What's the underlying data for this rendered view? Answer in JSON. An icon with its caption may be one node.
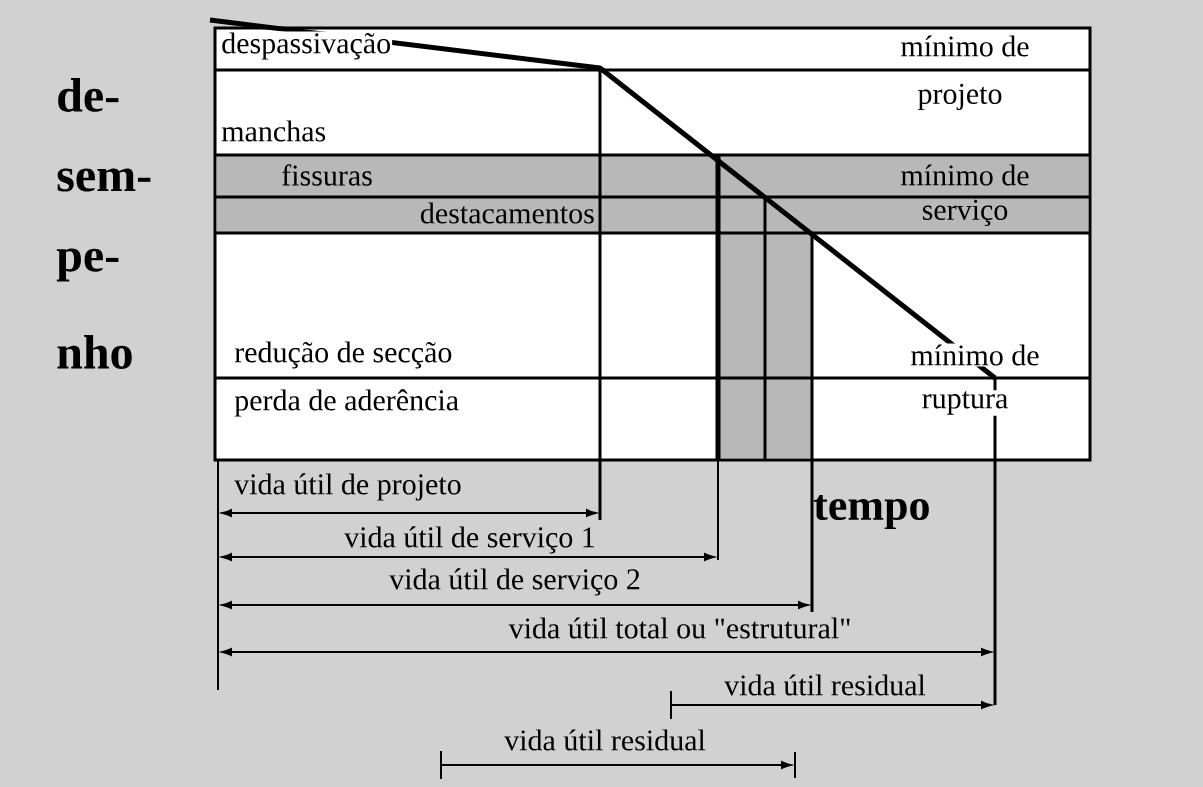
{
  "diagram": {
    "labels": [
      "de-",
      "sem-",
      "pe-",
      "nho",
      "despassivação",
      "mínimo de",
      "projeto",
      "manchas",
      "fissuras",
      "mínimo de",
      "destacamentos",
      "serviço",
      "redução de secção",
      "mínimo de",
      "perda de aderência",
      "ruptura",
      "vida útil de projeto",
      "tempo",
      "vida útil de serviço 1",
      "vida útil de serviço 2",
      "vida útil total ou \"estrutural\"",
      "vida útil residual",
      "vida útil residual"
    ]
  }
}
